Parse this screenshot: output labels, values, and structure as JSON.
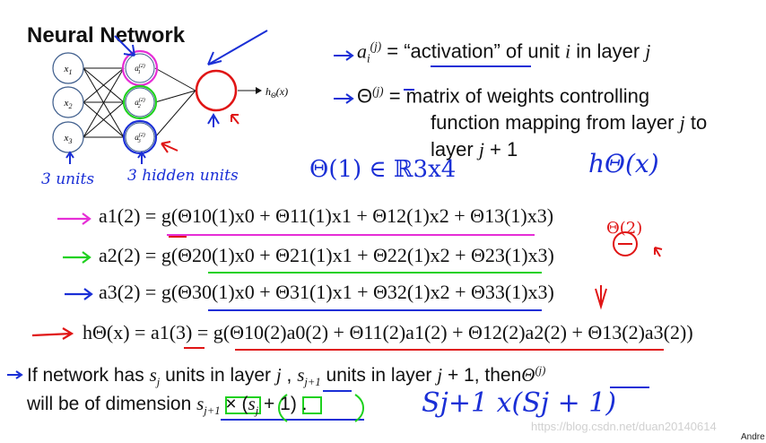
{
  "title": "Neural Network",
  "network": {
    "inputs": [
      "x1",
      "x2",
      "x3"
    ],
    "hidden": [
      "a1(2)",
      "a2(2)",
      "a3(2)"
    ],
    "output_label": "hΘ(x)"
  },
  "annotations": {
    "input_units": "3 units",
    "hidden_units": "3 hidden units",
    "theta_dim": "Θ(1) ∈ ℝ3x4",
    "h_theta": "hΘ(x)",
    "theta2": "Θ(2)",
    "sj1_hand": "Sj+1 x(Sj + 1)"
  },
  "definitions": {
    "activation_text": "“activation” of unit",
    "activation_word": "activation",
    "in_layer": "in layer",
    "theta_line1": "matrix of weights controlling",
    "theta_line2": "function mapping from layer",
    "to": "to",
    "theta_line3": "layer"
  },
  "equations": {
    "eq1": "a1(2) = g(Θ10(1)x0 + Θ11(1)x1 + Θ12(1)x2 + Θ13(1)x3)",
    "eq2": "a2(2) = g(Θ20(1)x0 + Θ21(1)x1 + Θ22(1)x2 + Θ23(1)x3)",
    "eq3": "a3(2) = g(Θ30(1)x0 + Θ31(1)x1 + Θ32(1)x2 + Θ33(1)x3)",
    "eq4": "hΘ(x) = a1(3) = g(Θ10(2)a0(2) + Θ11(2)a1(2) + Θ12(2)a2(2) + Θ13(2)a3(2))"
  },
  "bottom": {
    "line1_a": "If network has",
    "line1_b": "units in layer",
    "line1_c": "units in layer",
    "line1_d": ", then",
    "line2_a": "will be of dimension"
  },
  "watermark": "https://blog.csdn.net/duan20140614",
  "author": "Andre",
  "colors": {
    "ink_blue": "#1a2fd6",
    "ink_pink": "#e62ed6",
    "ink_green": "#1fd11f",
    "ink_red": "#e01515",
    "text": "#111111"
  }
}
